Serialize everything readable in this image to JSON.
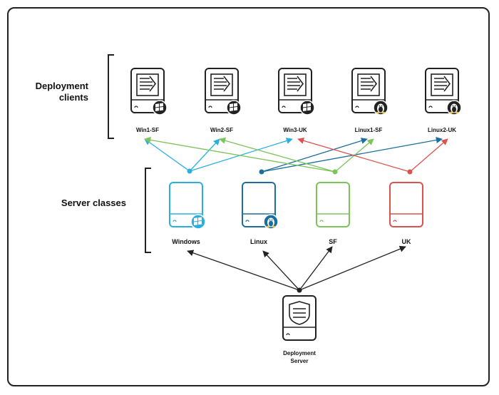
{
  "title": "",
  "sections": {
    "clients_line1": "Deployment",
    "clients_line2": "clients",
    "server_classes": "Server classes"
  },
  "clients": [
    {
      "label": "Win1-SF",
      "os": "windows"
    },
    {
      "label": "Win2-SF",
      "os": "windows"
    },
    {
      "label": "Win3-UK",
      "os": "windows"
    },
    {
      "label": "Linux1-SF",
      "os": "linux"
    },
    {
      "label": "Linux2-UK",
      "os": "linux"
    }
  ],
  "server_classes": [
    {
      "label": "Windows",
      "color": "#2ab0e0",
      "os": "windows"
    },
    {
      "label": "Linux",
      "color": "#1c6e9e",
      "os": "linux"
    },
    {
      "label": "SF",
      "color": "#7cc35a",
      "os": ""
    },
    {
      "label": "UK",
      "color": "#d9534f",
      "os": ""
    }
  ],
  "deployment_server": {
    "line1": "Deployment",
    "line2": "Server"
  },
  "connections": [
    {
      "from": "Windows",
      "to": [
        "Win1-SF",
        "Win2-SF",
        "Win3-UK"
      ]
    },
    {
      "from": "Linux",
      "to": [
        "Linux1-SF",
        "Linux2-UK"
      ]
    },
    {
      "from": "SF",
      "to": [
        "Win1-SF",
        "Win2-SF",
        "Linux1-SF"
      ]
    },
    {
      "from": "UK",
      "to": [
        "Win3-UK",
        "Linux2-UK"
      ]
    }
  ],
  "colors": {
    "dark": "#222222",
    "windows": "#2ab0e0",
    "linux": "#1c6e9e",
    "sf": "#7cc35a",
    "uk": "#d9534f"
  }
}
